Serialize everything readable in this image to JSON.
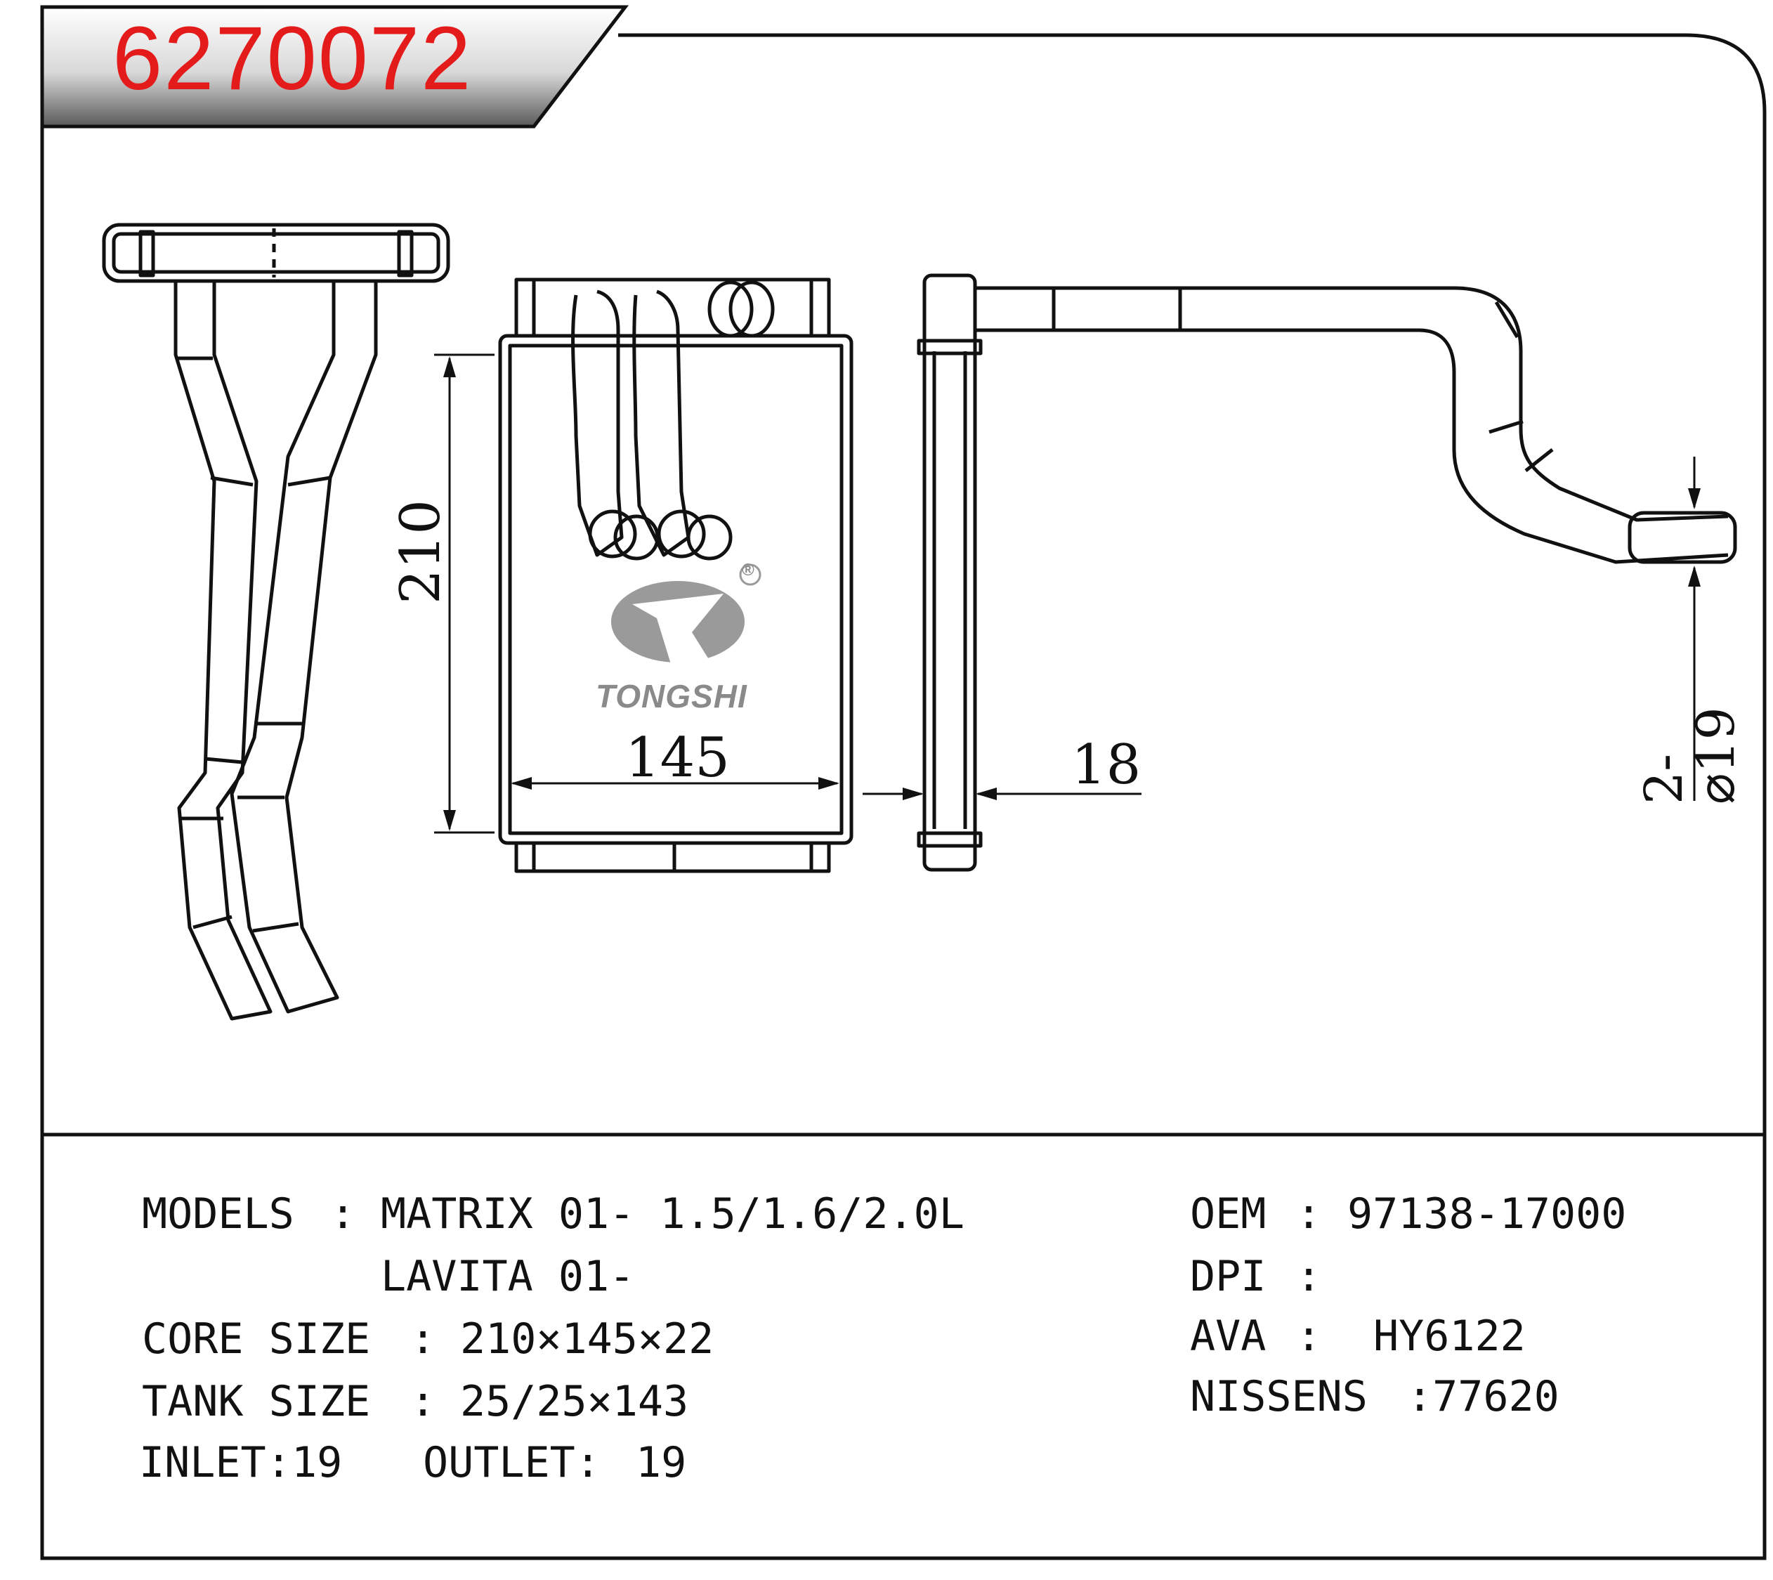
{
  "part_number": "6270072",
  "brand": {
    "name": "TONGSHI",
    "registered_mark": "®",
    "logo_color": "#9a9a9a"
  },
  "colors": {
    "part_number": "#e41b1b",
    "line": "#111111",
    "header_band": "#2a2a2a"
  },
  "dimensions": {
    "height": "210",
    "width": "145",
    "thickness": "18",
    "pipe": "2-⌀19"
  },
  "specs": {
    "models_label": "MODELS",
    "models_value": "MATRIX 01- 1.5/1.6/2.0L",
    "models_value_2": "LAVITA 01-",
    "core_size_label": "CORE SIZE",
    "core_size_value": "210×145×22",
    "tank_size_label": "TANK SIZE",
    "tank_size_value": "25/25×143",
    "inlet_label": "INLET:",
    "inlet_value": "19",
    "outlet_label": "OUTLET:",
    "outlet_value": "19",
    "separator": ":",
    "oem_label": "OEM",
    "oem_value": "97138-17000",
    "dpi_label": "DPI",
    "dpi_value": "",
    "ava_label": "AVA",
    "ava_value": "HY6122",
    "nissens_label": "NISSENS",
    "nissens_value": ":77620"
  }
}
